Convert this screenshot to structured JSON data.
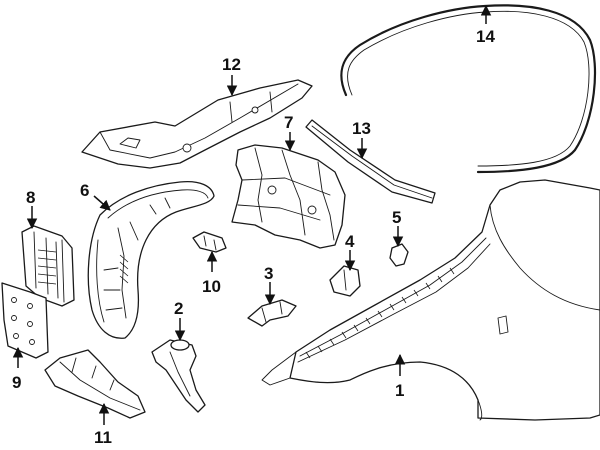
{
  "figure": {
    "background": "#ffffff",
    "line_color": "#1a1a1a"
  },
  "callouts": [
    "1",
    "2",
    "3",
    "4",
    "5",
    "6",
    "7",
    "8",
    "9",
    "10",
    "11",
    "12",
    "13",
    "14"
  ]
}
